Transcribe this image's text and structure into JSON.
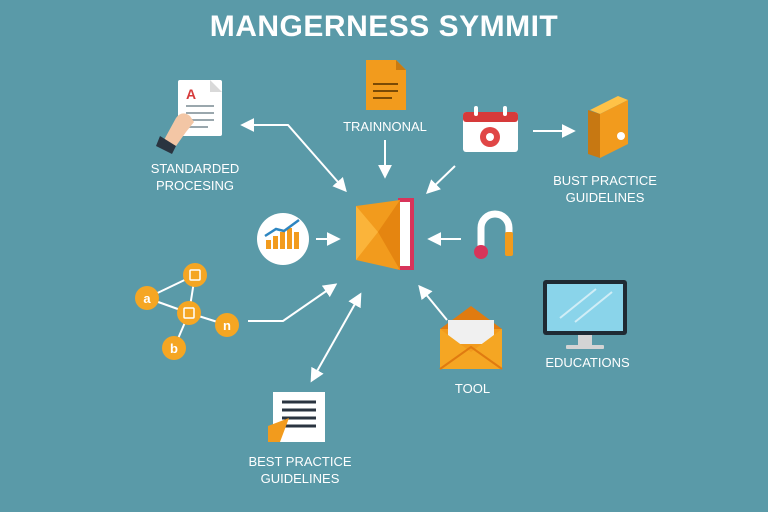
{
  "title": "MANGERNESS SYMMIT",
  "labels": {
    "standardized": [
      "STANDARDED",
      "PROCESING"
    ],
    "training": "TRAINNONAL",
    "best_practice_right": [
      "BUST PRACTICE",
      "GUIDELINES"
    ],
    "educations": "EDUCATIONS",
    "tool": "TOOL",
    "best_practice_bottom": [
      "BEST PRACTICE",
      "GUIDELINES"
    ]
  },
  "icon_glyphs": {
    "document_letter": "A",
    "network_nodes": [
      "a",
      "b",
      "n"
    ]
  },
  "colors": {
    "background": "#5a9aa8",
    "orange": "#f29b1d",
    "orange_dark": "#e07b10",
    "red": "#d63a3a",
    "white": "#ffffff",
    "arrow": "#ffffff"
  },
  "icons": [
    "document-hand-icon",
    "document-icon",
    "calendar-icon",
    "binder-icon",
    "central-book-icon",
    "bar-chart-icon",
    "magnet-icon",
    "network-icon",
    "monitor-icon",
    "envelope-icon",
    "checklist-icon"
  ]
}
